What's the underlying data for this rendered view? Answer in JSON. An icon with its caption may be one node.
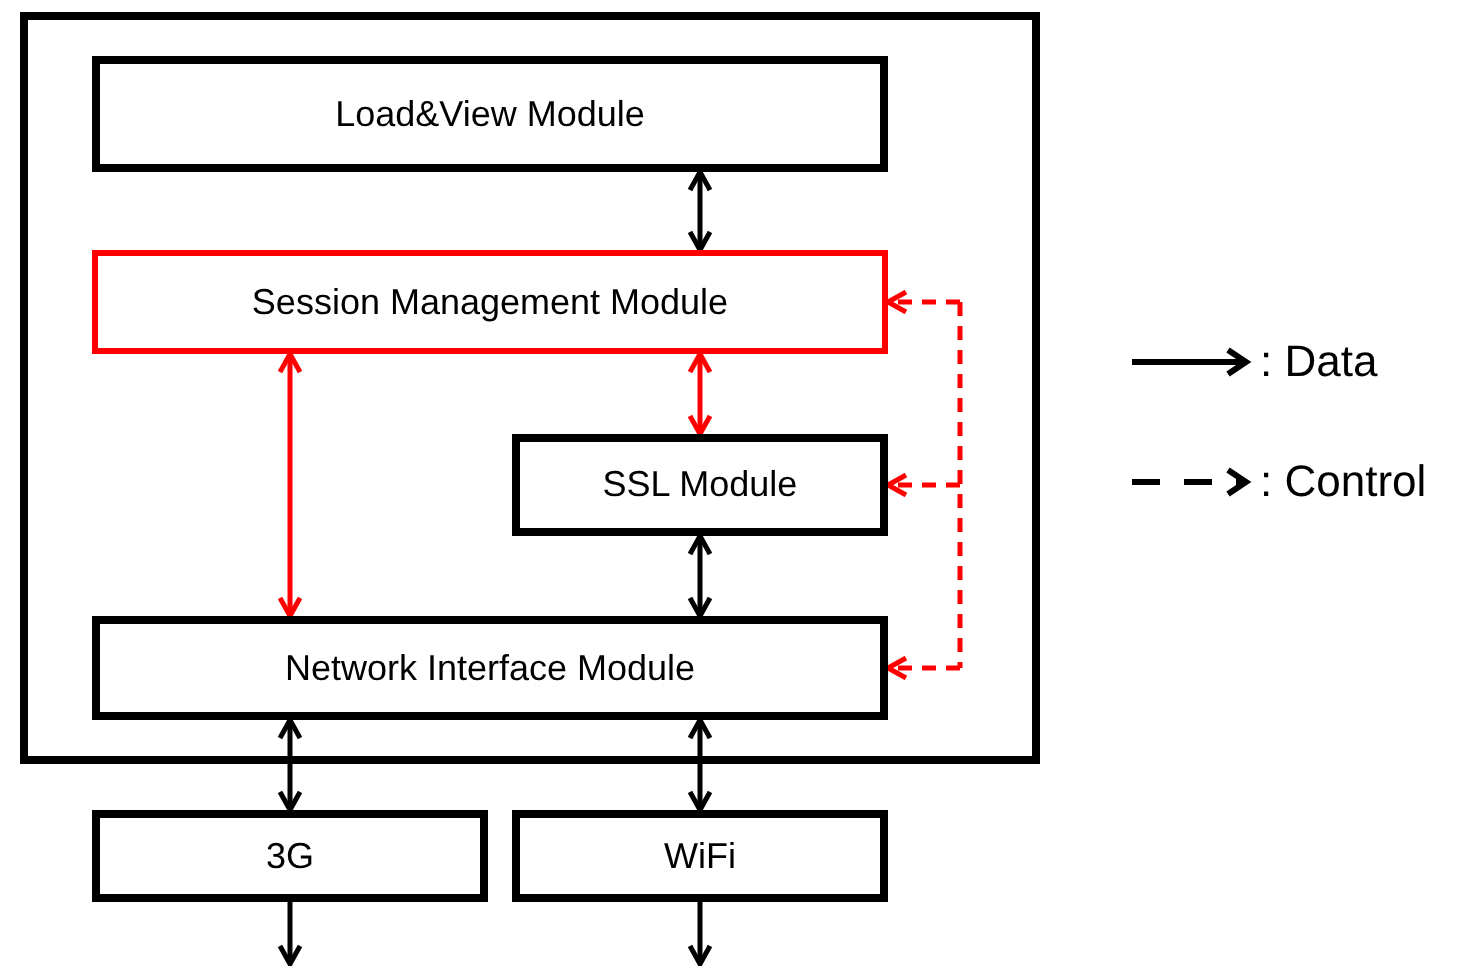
{
  "diagram": {
    "nodes": [
      {
        "text": [],
        "shape": "box"
      },
      {
        "text": [
          "Load&View Module"
        ],
        "in": 0
      },
      {
        "text": [
          "Session Management Module"
        ],
        "in": 0
      },
      {
        "text": [
          "SSL Module"
        ],
        "in": 0
      },
      {
        "text": [
          "Network Interface Module"
        ],
        "in": 0
      },
      {
        "text": [
          "3G"
        ]
      },
      {
        "text": [
          "WiFi"
        ]
      }
    ],
    "edges": [
      {
        "from": 1,
        "to": 2,
        "arrow": "both"
      },
      {
        "from": 2,
        "to": 3,
        "arrow": "both",
        "color": "#ff0000"
      },
      {
        "from": 2,
        "to": 4,
        "arrow": "both",
        "color": "#ff0000"
      },
      {
        "from": 3,
        "to": 4,
        "arrow": "both"
      },
      {
        "from": 4,
        "to": 5,
        "arrow": "both"
      },
      {
        "from": 4,
        "to": 6,
        "arrow": "both"
      },
      {
        "from": 5,
        "to": null,
        "arrow": "to"
      },
      {
        "from": 6,
        "to": null,
        "arrow": "to"
      },
      {
        "from": null,
        "to": 2,
        "arrow": "to",
        "style": "dashed",
        "color": "#ff0000"
      },
      {
        "from": null,
        "to": 3,
        "arrow": "to",
        "style": "dashed",
        "color": "#ff0000"
      },
      {
        "from": null,
        "to": 4,
        "arrow": "to",
        "style": "dashed",
        "color": "#ff0000"
      }
    ],
    "legend": [
      {
        "text": ": Data"
      },
      {
        "text": ": Control"
      }
    ]
  }
}
